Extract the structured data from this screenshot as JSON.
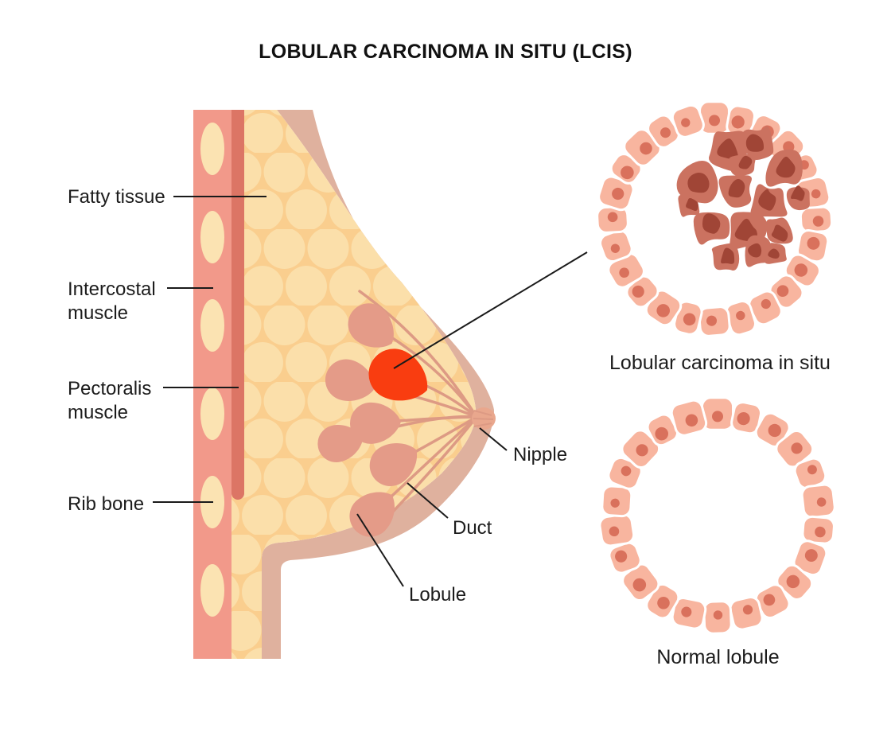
{
  "title": "LOBULAR CARCINOMA IN SITU (LCIS)",
  "callouts": {
    "fatty_tissue": "Fatty tissue",
    "intercostal_muscle": "Intercostal muscle",
    "pectoralis_muscle": "Pectoralis muscle",
    "rib_bone": "Rib bone",
    "nipple": "Nipple",
    "duct": "Duct",
    "lobule": "Lobule"
  },
  "insets": {
    "lcis": {
      "caption": "Lobular carcinoma in situ",
      "cell_count": 24,
      "has_cancer_cells": true
    },
    "normal": {
      "caption": "Normal lobule",
      "cell_count": 22,
      "has_cancer_cells": false
    }
  },
  "colors": {
    "chest_wall": "#F2998A",
    "rib": "#FBE3B2",
    "pectoralis": "#DC7565",
    "fat_bg": "#FACE8E",
    "fat_circle": "#FBDFAA",
    "skin": "#DFB19E",
    "lobule": "#E49B88",
    "duct": "#DD9A84",
    "nipple": "#E9A78D",
    "carcinoma_red": "#F93D10",
    "cell": "#F8B59F",
    "cell_nucleus": "#D9715C",
    "cancer_cell": "#CB7260",
    "cancer_nucleus": "#A04536",
    "pointer_line": "#1A1A1A"
  }
}
